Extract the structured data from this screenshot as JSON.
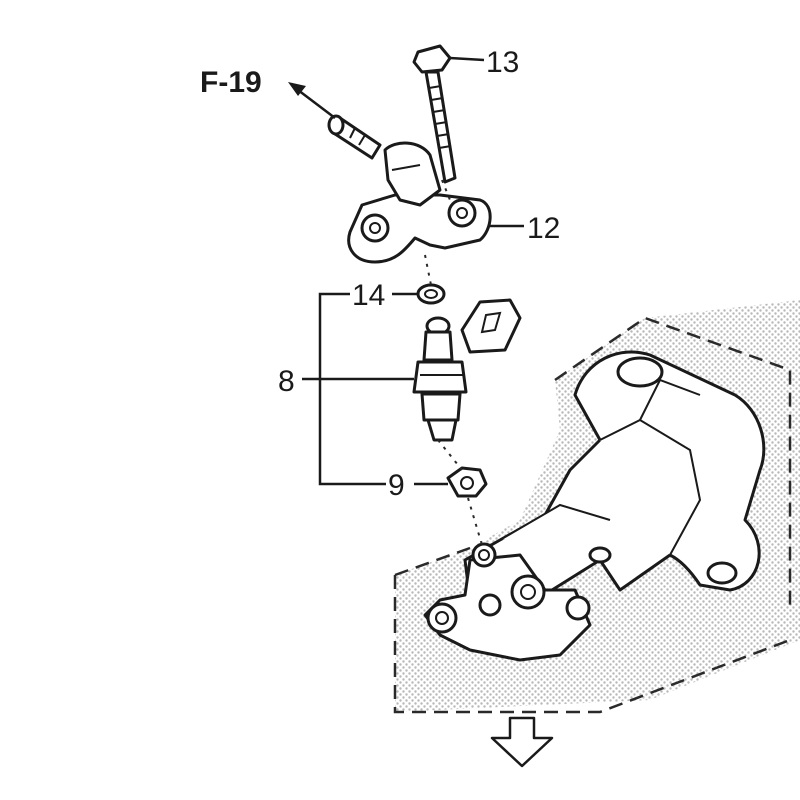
{
  "labels": {
    "ref": "F-19",
    "part_13": "13",
    "part_12": "12",
    "part_14": "14",
    "part_8": "8",
    "part_9": "9"
  },
  "colors": {
    "ink": "#1a1a1a",
    "halftone": "#b8b8b8",
    "background": "#ffffff"
  },
  "icons": {
    "reference_arrow": "arrow-up-left-icon",
    "view_direction": "arrow-down-outline-icon"
  }
}
